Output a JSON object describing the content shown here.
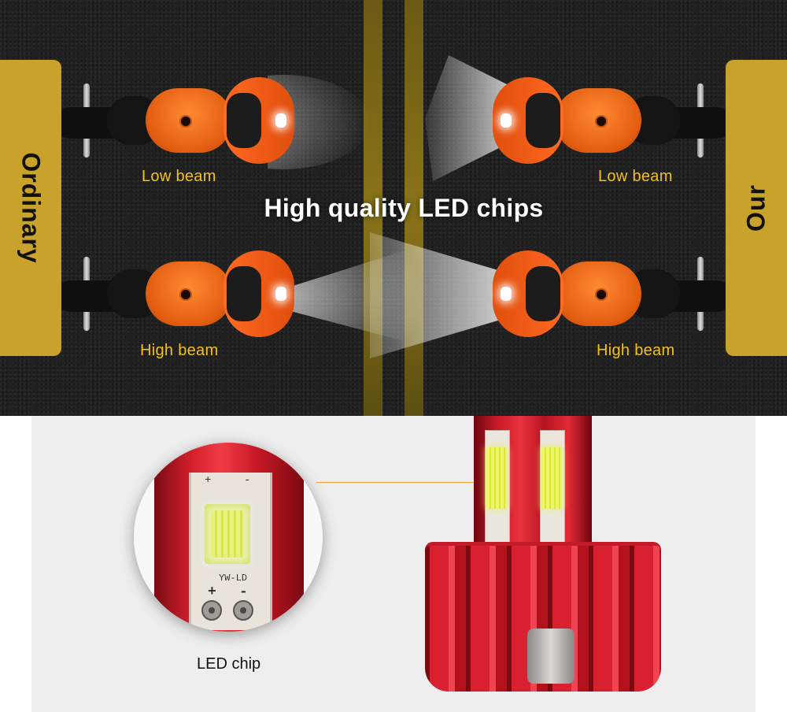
{
  "comparison": {
    "left_tab": "Ordinary",
    "right_tab": "Our",
    "headline": "High quality LED chips",
    "left": {
      "low_beam_label": "Low beam",
      "high_beam_label": "High beam"
    },
    "right": {
      "low_beam_label": "Low beam",
      "high_beam_label": "High beam"
    }
  },
  "product": {
    "zoom_marks": {
      "plus_top": "+",
      "minus_top": "-",
      "brand": "YW-LD",
      "plus_bottom": "+",
      "minus_bottom": "-"
    },
    "chip_caption": "LED chip"
  },
  "colors": {
    "tab_gold": "#c8a22a",
    "label_yellow": "#f2c21a",
    "callout_orange": "#f0a03a",
    "bulb_red": "#d92030"
  }
}
